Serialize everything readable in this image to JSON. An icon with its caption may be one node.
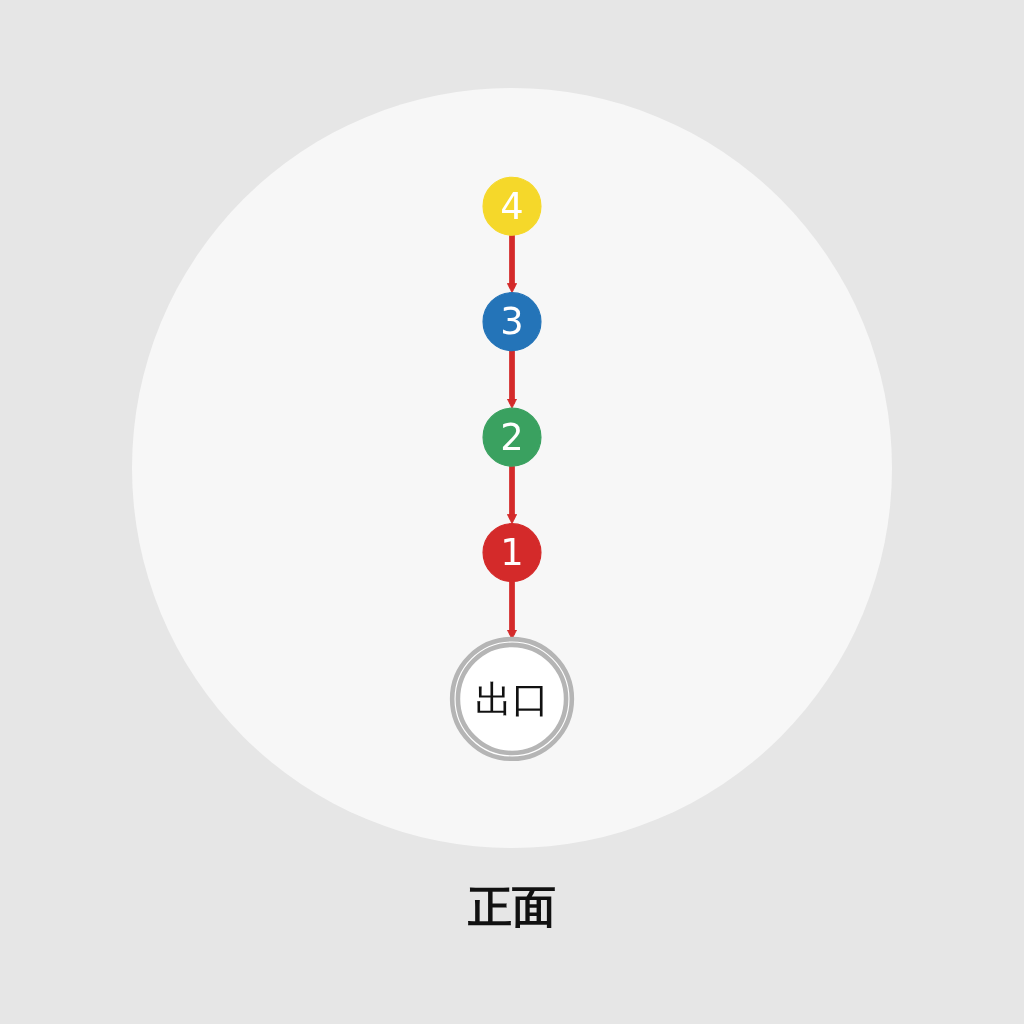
{
  "diagram": {
    "caption": "正面",
    "nodes": [
      {
        "text": [
          "4"
        ]
      },
      {
        "text": [
          "出口"
        ]
      },
      {
        "text": [
          "3"
        ]
      },
      {
        "text": [
          "1"
        ]
      },
      {
        "text": [
          "2"
        ]
      }
    ],
    "edges": [
      {
        "from": 0,
        "to": 2,
        "arrow": "to"
      },
      {
        "from": 2,
        "to": 4,
        "arrow": "to"
      },
      {
        "from": 4,
        "to": 3,
        "arrow": "to"
      },
      {
        "from": 3,
        "to": 1,
        "arrow": "to"
      }
    ]
  }
}
